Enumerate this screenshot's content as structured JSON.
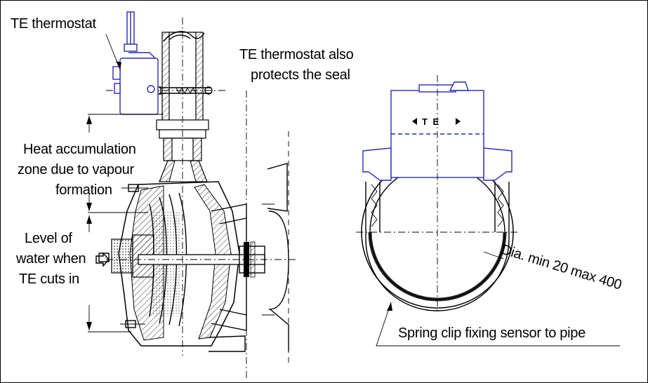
{
  "labels": {
    "te_thermostat": "TE thermostat",
    "protects_seal_1": "TE thermostat also",
    "protects_seal_2": "protects the seal",
    "heat_zone_1": "Heat accumulation",
    "heat_zone_2": "zone due to vapour",
    "heat_zone_3": "formation",
    "water_level_1": "Level of",
    "water_level_2": "water when",
    "water_level_3": "TE cuts in",
    "sensor_mark": "T E",
    "diameter": "Dia. min 20 max 400",
    "spring_clip": "Spring clip fixing sensor to pipe"
  },
  "colors": {
    "sensor": "#2b2bb4",
    "drawing": "#000000"
  }
}
